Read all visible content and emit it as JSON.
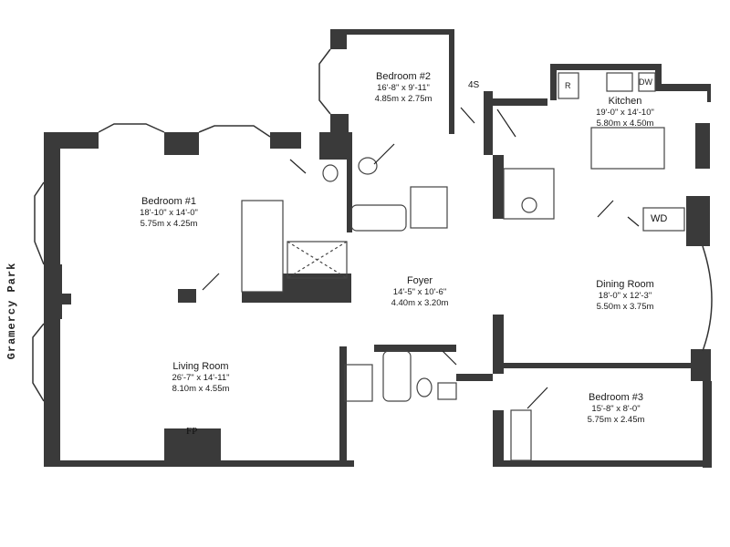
{
  "street_label": "Gramercy Park",
  "north_marker": "4S",
  "rooms": {
    "bedroom2": {
      "name": "Bedroom #2",
      "dim_ft": "16'-8\" x 9'-11\"",
      "dim_m": "4.85m x 2.75m"
    },
    "kitchen": {
      "name": "Kitchen",
      "dim_ft": "19'-0\" x 14'-10\"",
      "dim_m": "5.80m x 4.50m"
    },
    "bedroom1": {
      "name": "Bedroom #1",
      "dim_ft": "18'-10\" x 14'-0\"",
      "dim_m": "5.75m x 4.25m"
    },
    "foyer": {
      "name": "Foyer",
      "dim_ft": "14'-5\" x 10'-6\"",
      "dim_m": "4.40m x 3.20m"
    },
    "dining": {
      "name": "Dining Room",
      "dim_ft": "18'-0\" x 12'-3\"",
      "dim_m": "5.50m x 3.75m"
    },
    "living": {
      "name": "Living Room",
      "dim_ft": "26'-7\" x 14'-11\"",
      "dim_m": "8.10m x 4.55m"
    },
    "bedroom3": {
      "name": "Bedroom #3",
      "dim_ft": "15'-8\" x 8'-0\"",
      "dim_m": "5.75m x 2.45m"
    }
  },
  "fixtures": {
    "fireplace": "FP",
    "washer_dryer": "WD",
    "refrigerator": "R",
    "dishwasher": "DW"
  }
}
